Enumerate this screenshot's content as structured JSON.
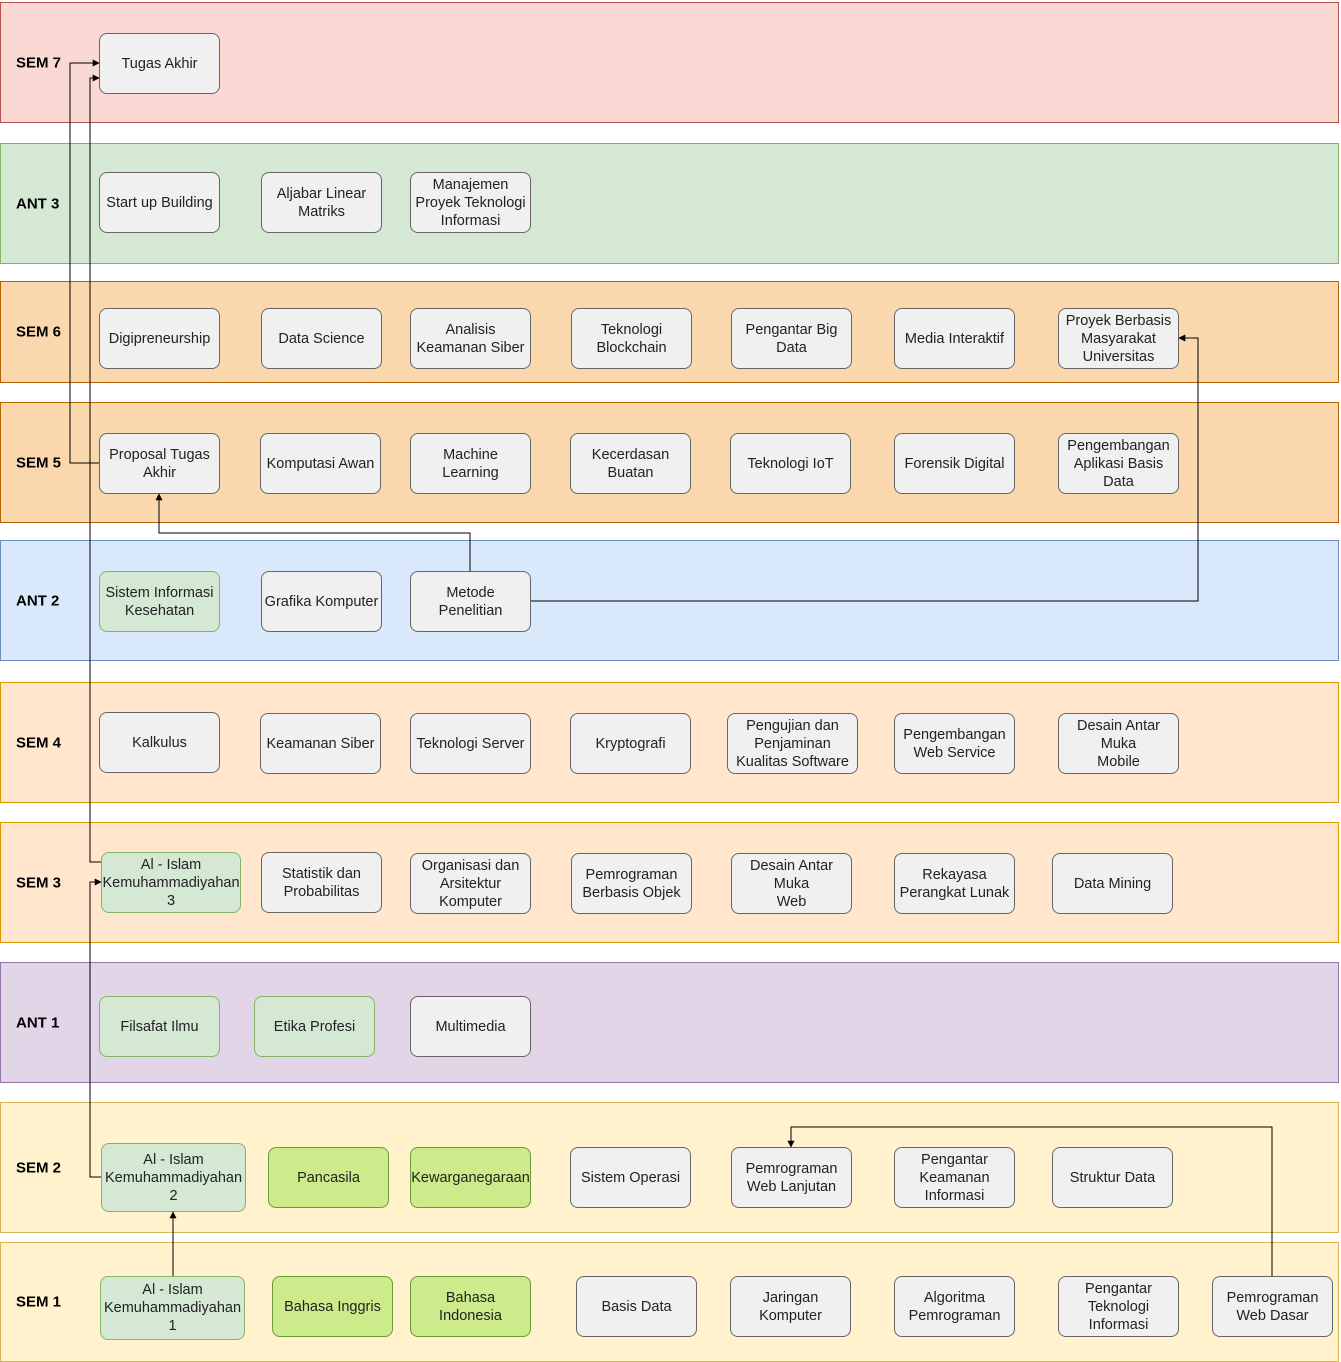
{
  "colors": {
    "sem7": "#fad9d5",
    "ant3": "#d5e8d4",
    "sem65": "#fad7ac",
    "ant2": "#dae8fc",
    "sem43": "#ffe6cc",
    "ant1": "#e1d5e7",
    "sem21": "#fff2cc",
    "node_default": "#f0f0f0",
    "node_mint": "#d5e8d4",
    "node_lime": "#cdeb8b"
  },
  "lanes": {
    "sem7": "SEM 7",
    "ant3": "ANT 3",
    "sem6": "SEM 6",
    "sem5": "SEM 5",
    "ant2": "ANT 2",
    "sem4": "SEM 4",
    "sem3": "SEM 3",
    "ant1": "ANT 1",
    "sem2": "SEM 2",
    "sem1": "SEM 1"
  },
  "nodes": {
    "tugas_akhir": "Tugas Akhir",
    "start_up": "Start up Building",
    "aljabar": "Aljabar Linear\nMatriks",
    "manajemen_proyek": "Manajemen\nProyek Teknologi\nInformasi",
    "digipreneurship": "Digipreneurship",
    "data_science": "Data Science",
    "analisis_keamanan": "Analisis\nKeamanan Siber",
    "blockchain": "Teknologi\nBlockchain",
    "big_data": "Pengantar Big\nData",
    "media_interaktif": "Media Interaktif",
    "proyek_masyarakat": "Proyek Berbasis\nMasyarakat\nUniversitas",
    "proposal_ta": "Proposal Tugas\nAkhir",
    "komputasi_awan": "Komputasi Awan",
    "machine_learning": "Machine\nLearning",
    "kecerdasan_buatan": "Kecerdasan\nBuatan",
    "iot": "Teknologi IoT",
    "forensik": "Forensik Digital",
    "pengembangan_basis_data": "Pengembangan\nAplikasi Basis\nData",
    "sik": "Sistem Informasi\nKesehatan",
    "grafika": "Grafika Komputer",
    "metode": "Metode\nPenelitian",
    "kalkulus": "Kalkulus",
    "keamanan_siber": "Keamanan Siber",
    "teknologi_server": "Teknologi Server",
    "kryptografi": "Kryptografi",
    "pengujian": "Pengujian dan\nPenjaminan\nKualitas Software",
    "web_service": "Pengembangan\nWeb Service",
    "dam_mobile": "Desain Antar\nMuka\nMobile",
    "aik3": "Al - Islam\nKemuhammadiyahan\n3",
    "statistik": "Statistik dan\nProbabilitas",
    "orkom": "Organisasi dan\nArsitektur\nKomputer",
    "pbo": "Pemrograman\nBerbasis Objek",
    "dam_web": "Desain Antar\nMuka\nWeb",
    "rpl": "Rekayasa\nPerangkat Lunak",
    "data_mining": "Data Mining",
    "filsafat": "Filsafat Ilmu",
    "etika": "Etika Profesi",
    "multimedia": "Multimedia",
    "aik2": "Al - Islam\nKemuhammadiyahan\n2",
    "pancasila": "Pancasila",
    "kewarganegaraan": "Kewarganegaraan",
    "sistem_operasi": "Sistem Operasi",
    "web_lanjutan": "Pemrograman\nWeb Lanjutan",
    "keamanan_informasi": "Pengantar\nKeamanan\nInformasi",
    "struktur_data": "Struktur Data",
    "aik1": "Al - Islam\nKemuhammadiyahan\n1",
    "inggris": "Bahasa Inggris",
    "indonesia": "Bahasa\nIndonesia",
    "basis_data": "Basis Data",
    "jaringan": "Jaringan\nKomputer",
    "algoritma": "Algoritma\nPemrograman",
    "pti": "Pengantar\nTeknologi\nInformasi",
    "web_dasar": "Pemrograman\nWeb Dasar"
  }
}
